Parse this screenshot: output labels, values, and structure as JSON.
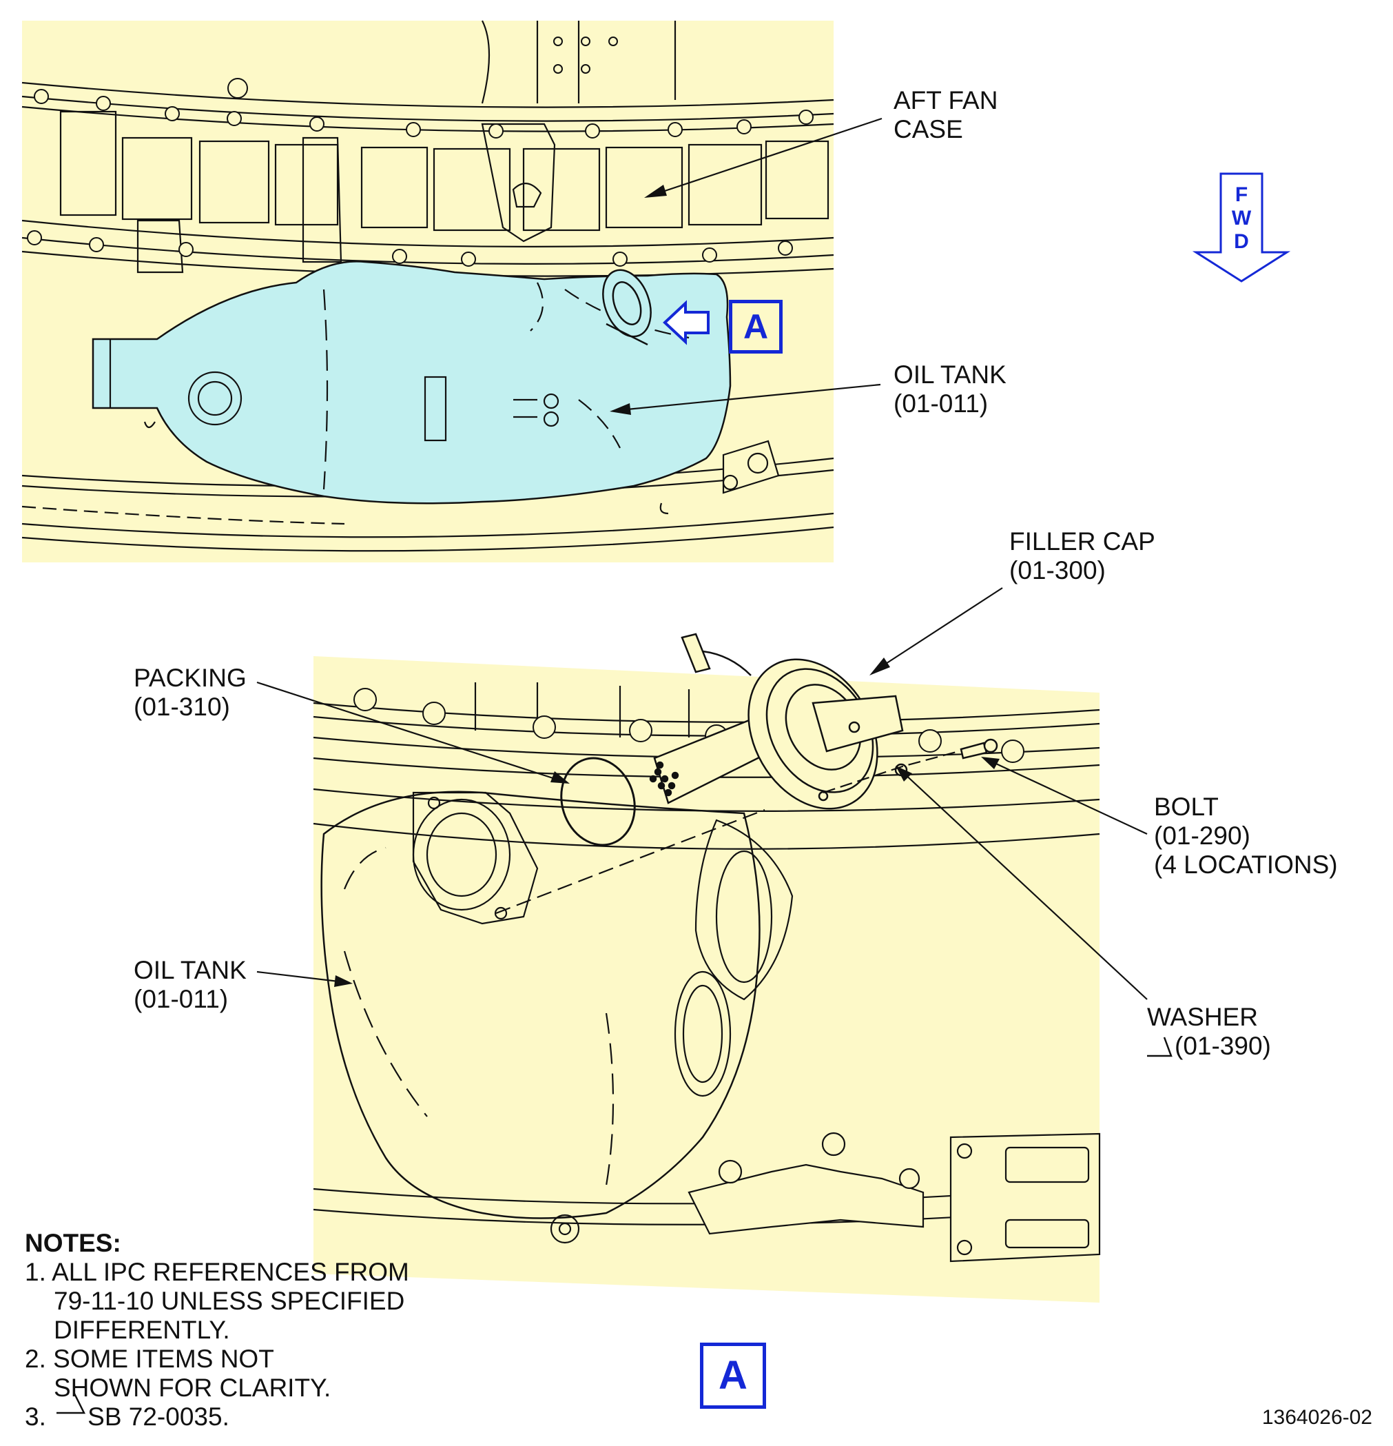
{
  "labels": {
    "aft_fan_case": [
      "AFT FAN",
      "CASE"
    ],
    "oil_tank_top": [
      "OIL TANK",
      "(01-011)"
    ],
    "filler_cap": [
      "FILLER CAP",
      "(01-300)"
    ],
    "packing": [
      "PACKING",
      "(01-310)"
    ],
    "bolt": [
      "BOLT",
      "(01-290)",
      "(4 LOCATIONS)"
    ],
    "oil_tank_bottom": [
      "OIL TANK",
      "(01-011)"
    ],
    "washer": [
      "WASHER",
      "(01-390)"
    ]
  },
  "fwd_indicator": [
    "F",
    "W",
    "D"
  ],
  "view_marker": "A",
  "notes": {
    "heading": "NOTES:",
    "items": [
      [
        "1. ALL IPC REFERENCES FROM",
        "79-11-10 UNLESS SPECIFIED",
        "DIFFERENTLY."
      ],
      [
        "2. SOME ITEMS NOT",
        "SHOWN FOR CLARITY."
      ],
      [
        "3. ",
        "SB 72-0035."
      ]
    ]
  },
  "figure_number": "1364026-02",
  "colors": {
    "background_fill": "#fdf9c8",
    "oil_tank_highlight": "#c2f0f0",
    "callout_blue": "#1428d6",
    "line": "#111111"
  }
}
